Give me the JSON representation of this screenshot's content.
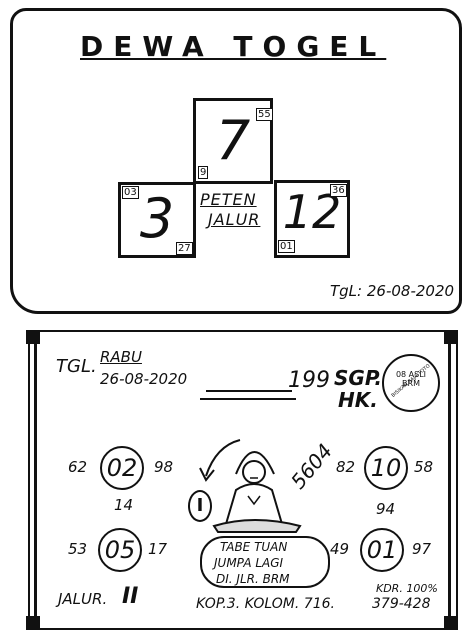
{
  "card1": {
    "title": "DEWA TOGEL",
    "center_text_1": "PETEN",
    "center_text_2": "JALUR",
    "top_box": {
      "value": "7",
      "corner_tr": "55",
      "corner_bl": "9"
    },
    "left_box": {
      "value": "3",
      "corner_tl": "03",
      "corner_br": "27"
    },
    "right_box": {
      "value": "12",
      "corner_tr": "36",
      "corner_bl": "01"
    },
    "date": "TgL: 26-08-2020"
  },
  "card2": {
    "tgl_label": "TGL.",
    "day": "RABU",
    "date": "26-08-2020",
    "number_center": "199",
    "market_1": "SGP.",
    "market_2": "HK.",
    "stamp_text": "BISIKAN RAJA TOTO",
    "stamp_center": "08 ASLI BRM",
    "circles": [
      {
        "value": "02",
        "left": "62",
        "right": "98",
        "below": "14"
      },
      {
        "value": "05",
        "left": "53",
        "right": "17"
      },
      {
        "value": "10",
        "left": "82",
        "right": "58",
        "below": "94"
      },
      {
        "value": "01",
        "left": "49",
        "right": "97"
      }
    ],
    "side_code": "5604",
    "hand_marker": "I",
    "speech_lines": [
      "TABE TUAN",
      "JUMPA LAGI",
      "DI. JLR. BRM"
    ],
    "jalur_label": "JALUR.",
    "jalur_value": "II",
    "kop_text": "KOP.3. KOLOM. 716.",
    "kdr_text": "KDR. 100%",
    "kdr_value": "379-428"
  }
}
